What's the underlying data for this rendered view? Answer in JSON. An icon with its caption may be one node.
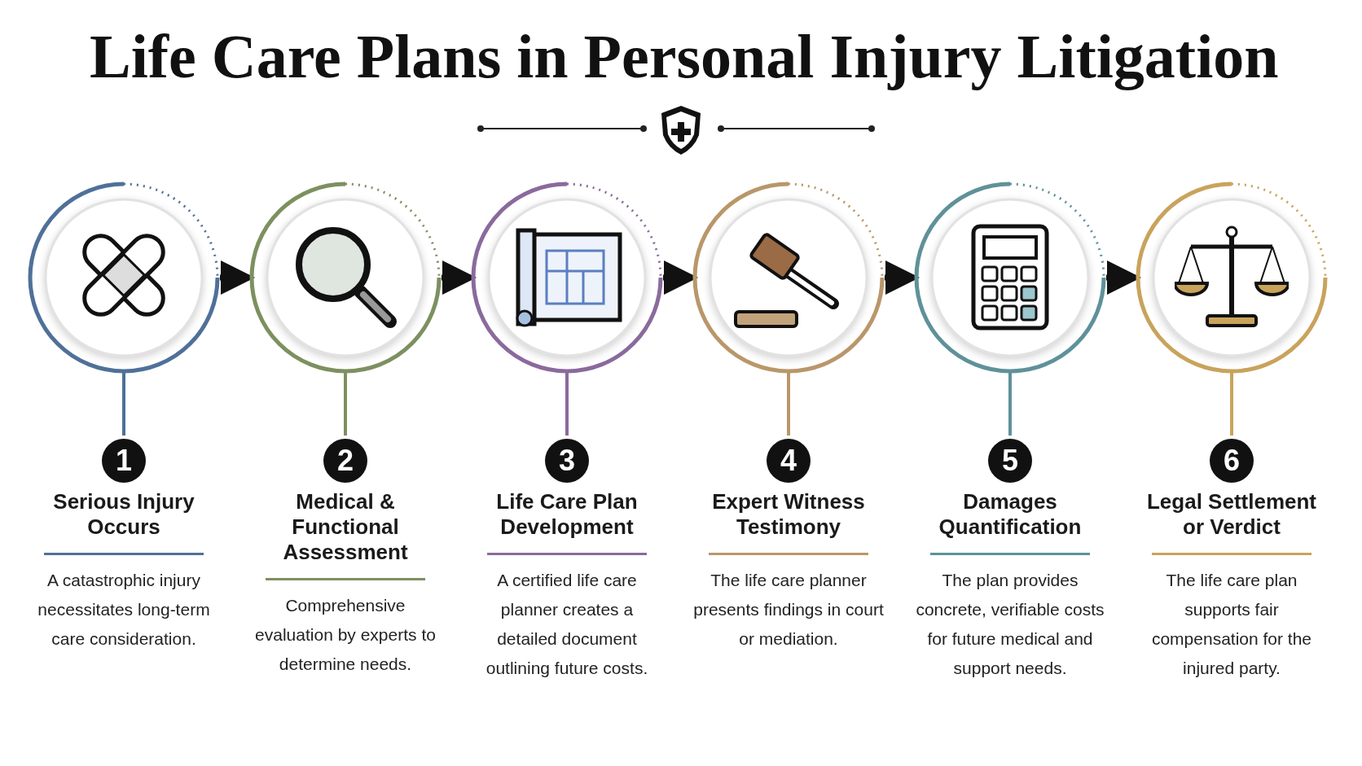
{
  "diagram": {
    "title": "Life Care Plans in Personal Injury Litigation",
    "nodes": [
      {
        "text": [
          "1",
          "Serious Injury Occurs",
          "A catastrophic injury necessitates long-term care consideration."
        ]
      },
      {
        "text": [
          "2",
          "Medical & Functional Assessment",
          "Comprehensive evaluation by experts to determine needs."
        ]
      },
      {
        "text": [
          "3",
          "Life Care Plan Development",
          "A certified life care planner creates a detailed document outlining future costs."
        ]
      },
      {
        "text": [
          "4",
          "Expert Witness Testimony",
          "The life care planner presents findings in court or mediation."
        ]
      },
      {
        "text": [
          "5",
          "Damages Quantification",
          "The plan provides concrete, verifiable costs for future medical and support needs."
        ]
      },
      {
        "text": [
          "6",
          "Legal Settlement or Verdict",
          "The life care plan supports fair compensation for the injured party."
        ]
      }
    ],
    "edges": [
      {
        "from": 0,
        "to": 1,
        "arrow": "to"
      },
      {
        "from": 1,
        "to": 2,
        "arrow": "to"
      },
      {
        "from": 2,
        "to": 3,
        "arrow": "to"
      },
      {
        "from": 3,
        "to": 4,
        "arrow": "to"
      },
      {
        "from": 4,
        "to": 5,
        "arrow": "to"
      }
    ]
  }
}
